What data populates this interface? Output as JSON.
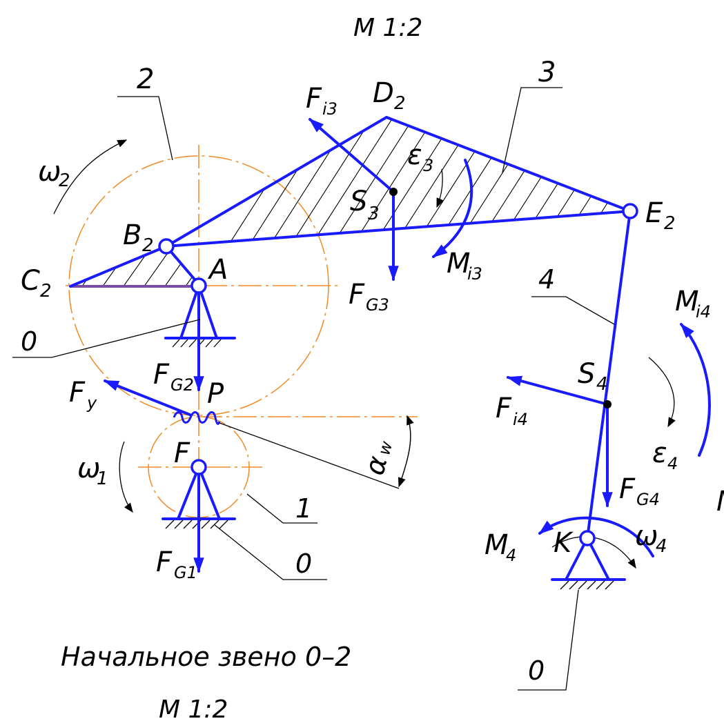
{
  "labels": {
    "scale_top": "M 1:2",
    "scale_bottom": "M 1:2",
    "caption": "Начальное звено 0–2",
    "link_2": "2",
    "link_3": "3",
    "link_4": "4",
    "link_1": "1",
    "ground_left": "0",
    "ground_mid": "0",
    "ground_right": "0",
    "omega2": "ω",
    "omega2_sub": "2",
    "omega1": "ω",
    "omega1_sub": "1",
    "omega4": "ω",
    "omega4_sub": "4",
    "point_B2": "B",
    "point_B2_sub": "2",
    "point_C2": "C",
    "point_C2_sub": "2",
    "point_A": "A",
    "point_D2": "D",
    "point_D2_sub": "2",
    "point_E2": "E",
    "point_E2_sub": "2",
    "point_S3": "S",
    "point_S3_sub": "3",
    "point_S4": "S",
    "point_S4_sub": "4",
    "point_P": "P",
    "point_F": "F",
    "point_K": "K",
    "force_Fi3": "F",
    "force_Fi3_sub": "i3",
    "force_FG3": "F",
    "force_FG3_sub": "G3",
    "force_FG2": "F",
    "force_FG2_sub": "G2",
    "force_Fy": "F",
    "force_Fy_sub": "y",
    "force_FG1": "F",
    "force_FG1_sub": "G1",
    "force_Fi4": "F",
    "force_Fi4_sub": "i4",
    "force_FG4": "F",
    "force_FG4_sub": "G4",
    "eps3": "ε",
    "eps3_sub": "3",
    "eps4": "ε",
    "eps4_sub": "4",
    "moment_Mi3": "M",
    "moment_Mi3_sub": "i3",
    "moment_Mi4": "M",
    "moment_Mi4_sub": "i4",
    "moment_M4": "M",
    "moment_M4_sub": "4",
    "alpha_w": "α",
    "alpha_w_sub": "w",
    "cut_M": "M"
  },
  "colors": {
    "links": "#1a1aff",
    "pitch_circles": "#f08a24",
    "annotations": "#000000"
  }
}
